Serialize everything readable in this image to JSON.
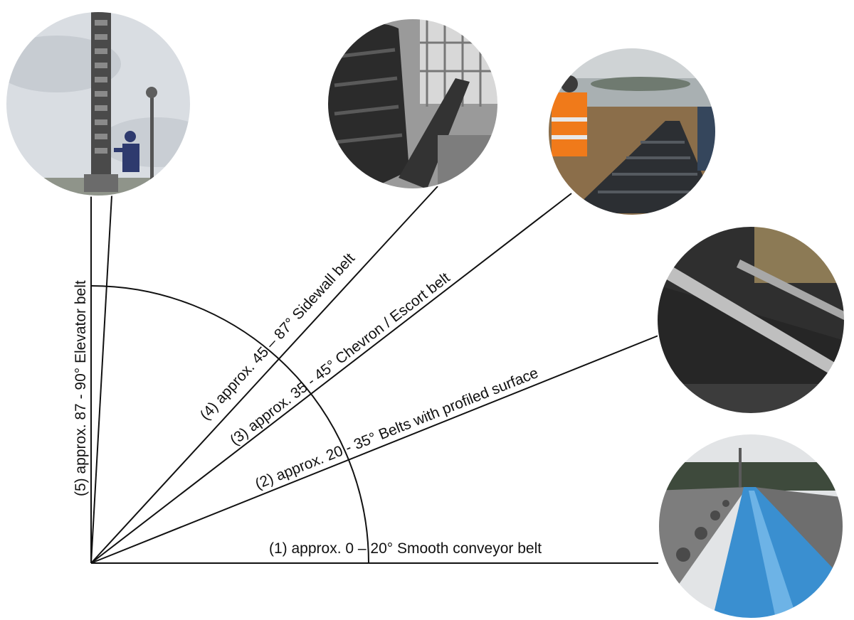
{
  "belts": [
    {
      "id": "1",
      "label": "(1) approx. 0 – 20°   Smooth conveyor belt",
      "photo": "smooth-belt-photo"
    },
    {
      "id": "2",
      "label": "(2) approx. 20 - 35°  Belts with profiled surface",
      "photo": "profiled-belt-photo"
    },
    {
      "id": "3",
      "label": "(3) approx. 35 - 45°  Chevron / Escort belt",
      "photo": "chevron-belt-photo"
    },
    {
      "id": "4",
      "label": "(4) approx. 45 – 87°  Sidewall belt",
      "photo": "sidewall-belt-photo"
    },
    {
      "id": "5",
      "label": "(5) approx. 87 - 90°  Elevator belt",
      "photo": "elevator-belt-photo"
    }
  ],
  "colors": {
    "line": "#111111",
    "sky": "#d9dde2",
    "belt_dark": "#2a2a2a",
    "belt_blue": "#3a8fd0",
    "vest_orange": "#f07a1a"
  }
}
